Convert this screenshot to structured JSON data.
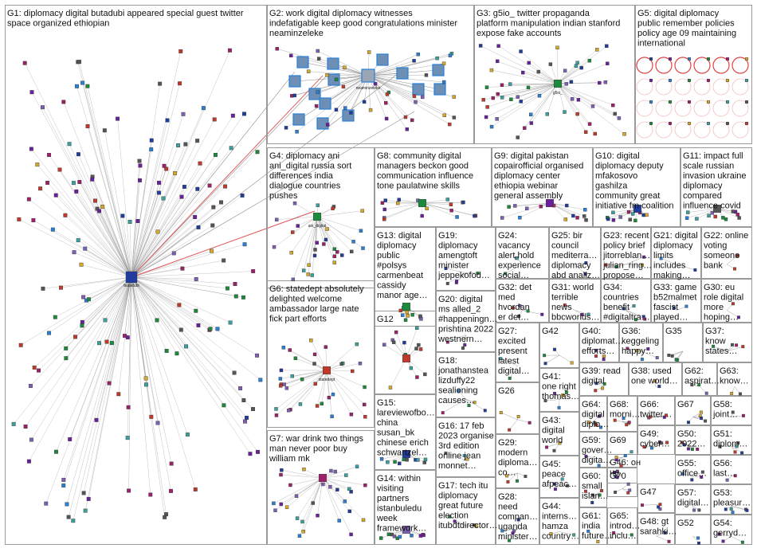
{
  "groups": [
    {
      "id": "G1",
      "lines": [
        "G1: diplomacy digital butadubi appeared special guest twitter",
        "space organized ethiopian"
      ]
    },
    {
      "id": "G2",
      "lines": [
        "G2: work digital diplomacy witnesses",
        "indefatigable keep good congratulations minister",
        "neaminzeleke"
      ]
    },
    {
      "id": "G3",
      "lines": [
        "G3: g5io_ twitter propaganda",
        "platform manipulation indian stanford",
        "expose fake accounts"
      ]
    },
    {
      "id": "G5",
      "lines": [
        "G5: digital diplomacy",
        "public remember policies",
        "policy age 09 maintaining",
        "international"
      ]
    },
    {
      "id": "G4",
      "lines": [
        "G4: diplomacy ani",
        "ani_digital russia sort",
        "differences india",
        "dialogue countries",
        "pushes"
      ]
    },
    {
      "id": "G8",
      "lines": [
        "G8: community digital",
        "managers beckon good",
        "communication influence",
        "tone paulatwine skills"
      ]
    },
    {
      "id": "G9",
      "lines": [
        "G9: digital pakistan",
        "copairofficial organised",
        "diplomacy center",
        "ethiopia webinar",
        "general assembly"
      ]
    },
    {
      "id": "G10",
      "lines": [
        "G10: digital",
        "diplomacy deputy",
        "mfakosovo",
        "gashilza",
        "community great",
        "initiative fm coalition"
      ]
    },
    {
      "id": "G11",
      "lines": [
        "G11: impact full",
        "scale russian",
        "invasion ukraine",
        "diplomacy",
        "compared",
        "influence covid"
      ]
    },
    {
      "id": "G13",
      "lines": [
        "G13: digital",
        "diplomacy",
        "public",
        "#polsys",
        "carmenbeat",
        "cassidy",
        "manor age…"
      ]
    },
    {
      "id": "G19",
      "lines": [
        "G19:",
        "diplomacy",
        "amengtoft",
        "minister",
        "jeppekofod…"
      ]
    },
    {
      "id": "G24",
      "lines": [
        "G24:",
        "vacancy",
        "alert hold",
        "experience",
        "social…"
      ]
    },
    {
      "id": "G25",
      "lines": [
        "G25: bir",
        "council",
        "mediterra…",
        "diplomacy",
        "abd analiz…"
      ]
    },
    {
      "id": "G23",
      "lines": [
        "G23: recent",
        "policy brief",
        "jitorreblan…",
        "julian_ring…",
        "propose…"
      ]
    },
    {
      "id": "G21",
      "lines": [
        "G21: digital",
        "diplomacy",
        "limits",
        "includes",
        "making…"
      ]
    },
    {
      "id": "G22",
      "lines": [
        "G22: online",
        "voting",
        "someone",
        "bank"
      ]
    },
    {
      "id": "G32",
      "lines": [
        "G32: det",
        "med",
        "hvordan",
        "er det…"
      ]
    },
    {
      "id": "G31",
      "lines": [
        "G31: world",
        "terrible",
        "news",
        "bbcworlds…"
      ]
    },
    {
      "id": "G34",
      "lines": [
        "G34:",
        "countries",
        "benefit",
        "#digitaltra…"
      ]
    },
    {
      "id": "G33",
      "lines": [
        "G33: game",
        "b52malmet",
        "fascist",
        "played…"
      ]
    },
    {
      "id": "G30",
      "lines": [
        "G30: eu",
        "role digital",
        "more",
        "hoping…"
      ]
    },
    {
      "id": "G6",
      "lines": [
        "G6: statedept absolutely",
        "delighted welcome",
        "ambassador large nate",
        "fick part efforts"
      ]
    },
    {
      "id": "G12",
      "lines": [
        "G12"
      ]
    },
    {
      "id": "G20",
      "lines": [
        "G20: digital",
        "ms alled_2",
        "#happeningn…",
        "prishtina 2022",
        "westnern…"
      ]
    },
    {
      "id": "G27",
      "lines": [
        "G27:",
        "excited",
        "present",
        "latest",
        "digital…"
      ]
    },
    {
      "id": "G42",
      "lines": [
        "G42"
      ]
    },
    {
      "id": "G40",
      "lines": [
        "G40:",
        "diplomat…",
        "efforts…"
      ]
    },
    {
      "id": "G36",
      "lines": [
        "G36:",
        "keggeling",
        "happy…"
      ]
    },
    {
      "id": "G35",
      "lines": [
        "G35"
      ]
    },
    {
      "id": "G37",
      "lines": [
        "G37:",
        "know",
        "states…"
      ]
    },
    {
      "id": "G18",
      "lines": [
        "G18:",
        "jonathanstea",
        "lizduffy22",
        "sealioning",
        "causes…"
      ]
    },
    {
      "id": "G41",
      "lines": [
        "G41:",
        "one right",
        "thomas…"
      ]
    },
    {
      "id": "G39",
      "lines": [
        "G39: read",
        "digital"
      ]
    },
    {
      "id": "G38",
      "lines": [
        "G38: used",
        "one world…"
      ]
    },
    {
      "id": "G62",
      "lines": [
        "G62:",
        "aspirat…"
      ]
    },
    {
      "id": "G63",
      "lines": [
        "G63:",
        "know…"
      ]
    },
    {
      "id": "G26",
      "lines": [
        "G26"
      ]
    },
    {
      "id": "G64",
      "lines": [
        "G64:",
        "digital",
        "diplo…"
      ]
    },
    {
      "id": "G68",
      "lines": [
        "G68:",
        "morni…"
      ]
    },
    {
      "id": "G66",
      "lines": [
        "G66:",
        "twitter…"
      ]
    },
    {
      "id": "G67",
      "lines": [
        "G67"
      ]
    },
    {
      "id": "G58",
      "lines": [
        "G58:",
        "joint…"
      ]
    },
    {
      "id": "G15",
      "lines": [
        "G15:",
        "lareviewofbo…",
        "china",
        "susan_bk",
        "chinese erich",
        "schwartzel…"
      ]
    },
    {
      "id": "G16",
      "lines": [
        "G16: 17 feb",
        "2023 organise",
        "3rd edition",
        "online jean",
        "monnet…"
      ]
    },
    {
      "id": "G43",
      "lines": [
        "G43:",
        "digital",
        "world"
      ]
    },
    {
      "id": "G59",
      "lines": [
        "G59:",
        "gover…",
        "digita…"
      ]
    },
    {
      "id": "G69",
      "lines": [
        "G69"
      ]
    },
    {
      "id": "G49",
      "lines": [
        "G49:",
        "cyber…"
      ]
    },
    {
      "id": "G50",
      "lines": [
        "G50:",
        "2022…"
      ]
    },
    {
      "id": "G51",
      "lines": [
        "G51:",
        "diplom…"
      ]
    },
    {
      "id": "G7",
      "lines": [
        "G7: war drink two things",
        "man never poor buy",
        "william mk"
      ]
    },
    {
      "id": "G29",
      "lines": [
        "G29:",
        "modern",
        "diploma…",
        "co…"
      ]
    },
    {
      "id": "G45",
      "lines": [
        "G45:",
        "peace",
        "afpeac…"
      ]
    },
    {
      "id": "G46",
      "lines": [
        "G46: он",
        "не"
      ]
    },
    {
      "id": "G55",
      "lines": [
        "G55:",
        "office…"
      ]
    },
    {
      "id": "G56",
      "lines": [
        "G56:",
        "last…"
      ]
    },
    {
      "id": "G60",
      "lines": [
        "G60:",
        "small",
        "islan…"
      ]
    },
    {
      "id": "G70",
      "lines": [
        "G70"
      ]
    },
    {
      "id": "G14",
      "lines": [
        "G14: within",
        "visiting",
        "partners",
        "istanbuledu",
        "week",
        "framework…"
      ]
    },
    {
      "id": "G17",
      "lines": [
        "G17: tech itu",
        "diplomacy",
        "great future",
        "election",
        "itubdtdirector…"
      ]
    },
    {
      "id": "G28",
      "lines": [
        "G28:",
        "need",
        "compan…",
        "uganda",
        "minister…"
      ]
    },
    {
      "id": "G47",
      "lines": [
        "G47"
      ]
    },
    {
      "id": "G57",
      "lines": [
        "G57:",
        "digital…"
      ]
    },
    {
      "id": "G53",
      "lines": [
        "G53:",
        "pleasur…"
      ]
    },
    {
      "id": "G44",
      "lines": [
        "G44:",
        "interns…",
        "hamza",
        "country…"
      ]
    },
    {
      "id": "G61",
      "lines": [
        "G61:",
        "india",
        "future…"
      ]
    },
    {
      "id": "G65",
      "lines": [
        "G65:",
        "introd…",
        "inclu…"
      ]
    },
    {
      "id": "G48",
      "lines": [
        "G48: gt",
        "sarahki…"
      ]
    },
    {
      "id": "G52",
      "lines": [
        "G52"
      ]
    },
    {
      "id": "G54",
      "lines": [
        "G54:",
        "gerryd…"
      ]
    }
  ],
  "hub_labels": {
    "G1": "butadubi",
    "G2": "neaminzeleke",
    "G3": "g5io_",
    "G4": "ani_digital",
    "G6": "statedept"
  },
  "colors": {
    "edge": "#8c8c8c",
    "highlight_edge": "#e05050",
    "border": "#9a9a9a",
    "node_palette": [
      "#1f3c9e",
      "#6a1f9e",
      "#2a7fd6",
      "#1b8a3a",
      "#9e1f6a",
      "#d6a82a",
      "#3aa0a0",
      "#555555",
      "#c0392b",
      "#7d5fb3"
    ],
    "g5_ring": "#e04040"
  }
}
